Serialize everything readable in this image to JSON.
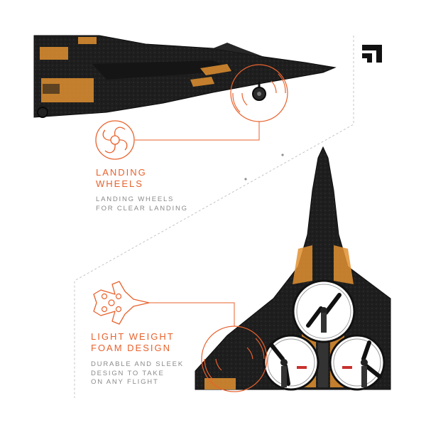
{
  "brand": {
    "logo_icon": "brand-mark-icon"
  },
  "features": [
    {
      "title_line1": "LANDING",
      "title_line2": "WHEELS",
      "desc_line1": "LANDING WHEELS",
      "desc_line2": "FOR CLEAR LANDING",
      "icon": "wheel-icon"
    },
    {
      "title_line1": "LIGHT WEIGHT",
      "title_line2": "FOAM DESIGN",
      "desc_line1": "DURABLE AND SLEEK",
      "desc_line2": "DESIGN TO TAKE",
      "desc_line3": "ON ANY FLIGHT",
      "icon": "jet-icon"
    }
  ],
  "colors": {
    "accent": "#e8622d",
    "body": "#1c1c1c",
    "trim": "#e09030",
    "text_gray": "#8a8a8a"
  }
}
